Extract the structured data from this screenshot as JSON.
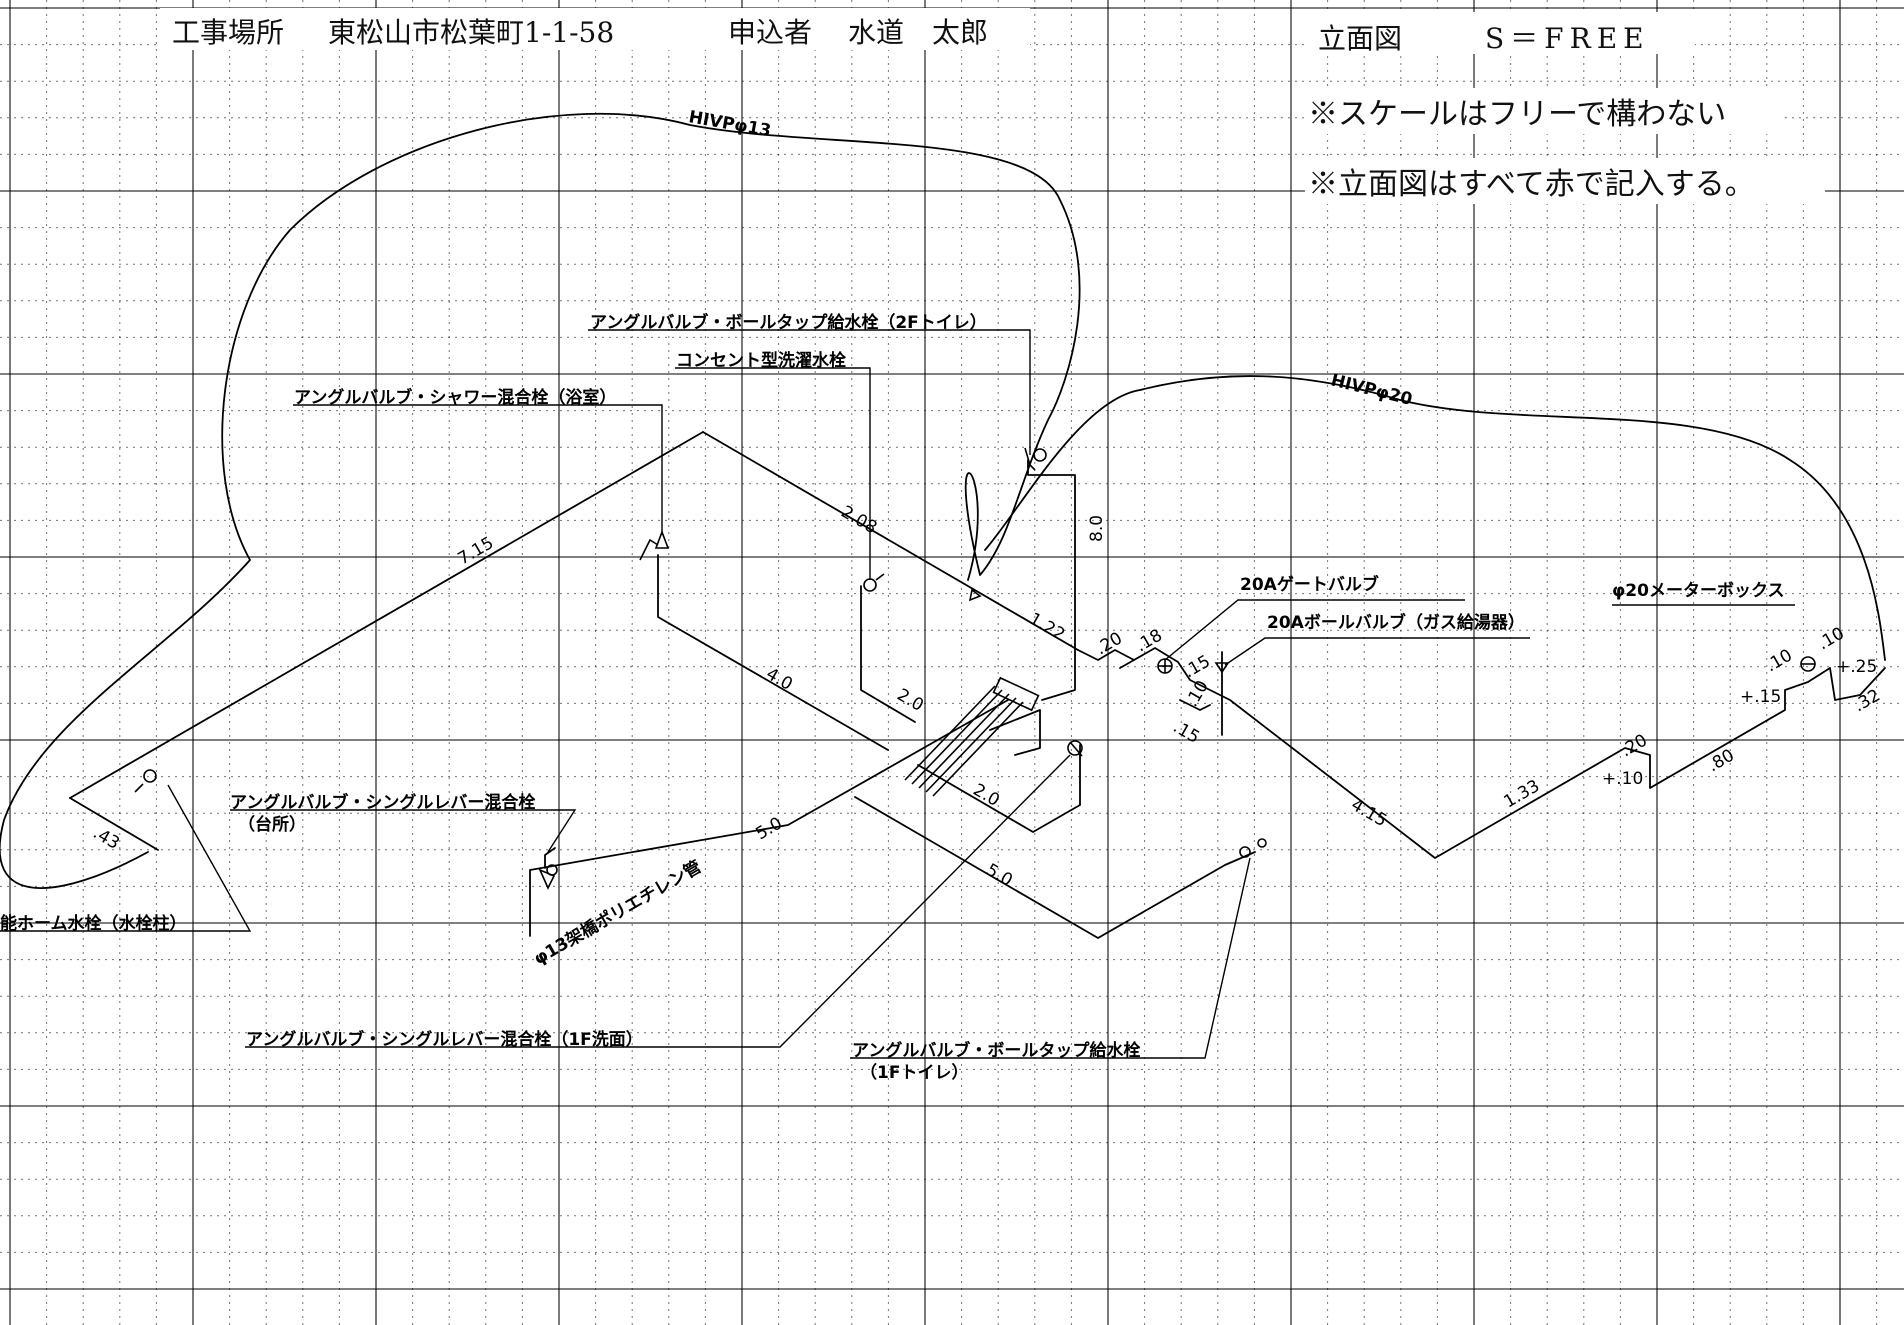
{
  "header": {
    "site_label": "工事場所",
    "site_address": "東松山市松葉町1-1-58",
    "applicant_label": "申込者",
    "applicant_name": "水道　太郎",
    "drawing_type": "立面図",
    "scale": "S＝FREE"
  },
  "notes": {
    "note1": "※スケールはフリーで構わない",
    "note2": "※立面図はすべて赤で記入する。"
  },
  "pipes": {
    "hivp13": "HIVPφ13",
    "hivp20": "HIVPφ20",
    "pe13": "φ13架橋ポリエチレン管"
  },
  "fixtures": {
    "toilet_2f": "アングルバルブ・ボールタップ給水栓（2Fトイレ）",
    "laundry": "コンセント型洗濯水栓",
    "shower": "アングルバルブ・シャワー混合栓（浴室）",
    "kitchen_line1": "アングルバルブ・シングルレバー混合栓",
    "kitchen_line2": "（台所）",
    "outdoor": "能ホーム水栓（水栓柱）",
    "washbasin_1f": "アングルバルブ・シングルレバー混合栓（1F洗面）",
    "toilet_1f_line1": "アングルバルブ・ボールタップ給水栓",
    "toilet_1f_line2": "（1Fトイレ）",
    "gate_valve": "20Aゲートバルブ",
    "ball_valve": "20Aボールバルブ（ガス給湯器）",
    "meter_box": "φ20メーターボックス"
  },
  "dimensions": {
    "d715": "7.15",
    "d208": "2.08",
    "d80": "8.0",
    "d122": "1.22",
    "d40": "4.0",
    "d20a": "2.0",
    "d20b": "2.0",
    "d50a": "5.0",
    "d50b": "5.0",
    "d43": ".43",
    "d20s": ".20",
    "d18": ".18",
    "d15a": ".15",
    "d10a": ".10",
    "d15b": ".15",
    "d415": "4.15",
    "d133": "1.33",
    "d20t": ".20",
    "dp10": "+.10",
    "d80s": ".80",
    "dp15": "+.15",
    "d10b": ".10",
    "d10c": ".10",
    "dp25": "+.25",
    "d32": ".32"
  }
}
